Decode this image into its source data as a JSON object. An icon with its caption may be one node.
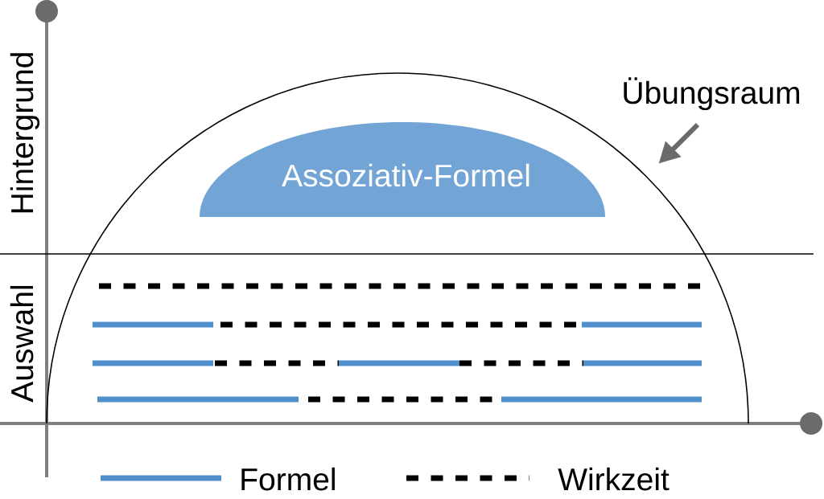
{
  "diagram": {
    "nodes": [
      {
        "text": [],
        "shape": "semicircle"
      },
      {
        "text": [
          "Assoziativ-Formel"
        ],
        "in": 0
      },
      {
        "text": [
          "Übungsraum"
        ]
      }
    ],
    "edges": [
      {
        "from": 2,
        "to": 0,
        "arrow": "to"
      }
    ],
    "labels": [
      "Hintergrund",
      "Auswahl"
    ],
    "legend": [
      {
        "text": "Formel"
      },
      {
        "text": "Wirkzeit"
      }
    ]
  }
}
